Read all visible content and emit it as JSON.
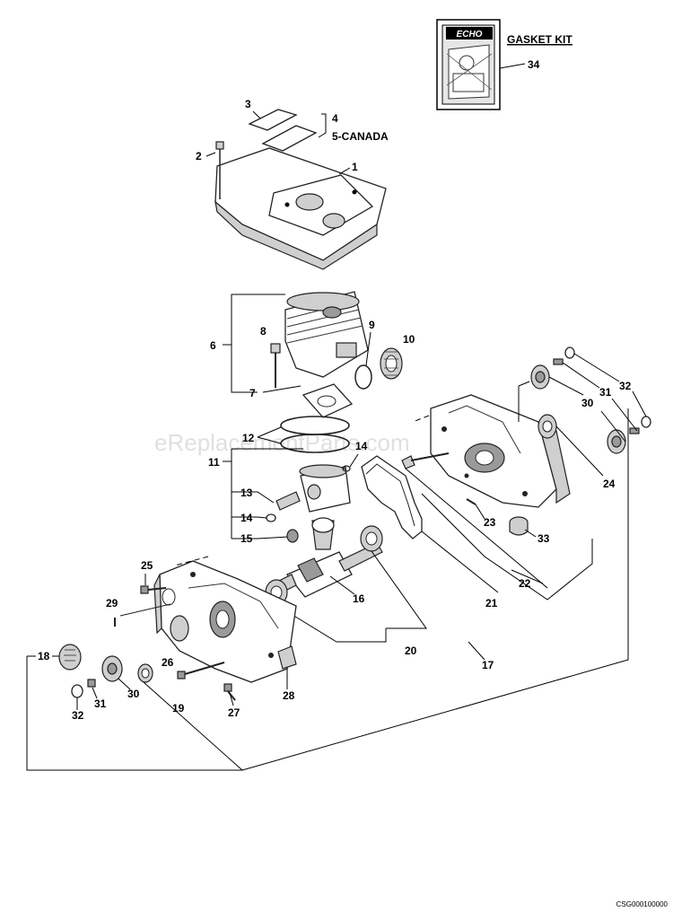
{
  "watermark": "eReplacementParts.com",
  "gasket_kit": {
    "title": "GASKET KIT",
    "brand": "ECHO",
    "callout": "34"
  },
  "footer_code": "CSG000100000",
  "callouts": {
    "c1": "1",
    "c2": "2",
    "c3": "3",
    "c4": "4",
    "c5": "5-CANADA",
    "c6": "6",
    "c7": "7",
    "c8": "8",
    "c9": "9",
    "c10": "10",
    "c11": "11",
    "c12": "12",
    "c13": "13",
    "c14a": "14",
    "c14b": "14",
    "c15": "15",
    "c16": "16",
    "c17": "17",
    "c18": "18",
    "c19": "19",
    "c20": "20",
    "c21": "21",
    "c22": "22",
    "c23": "23",
    "c24": "24",
    "c25": "25",
    "c26": "26",
    "c27": "27",
    "c28": "28",
    "c29": "29",
    "c30a": "30",
    "c30b": "30",
    "c31a": "31",
    "c31b": "31",
    "c32a": "32",
    "c32b": "32",
    "c33": "33"
  }
}
